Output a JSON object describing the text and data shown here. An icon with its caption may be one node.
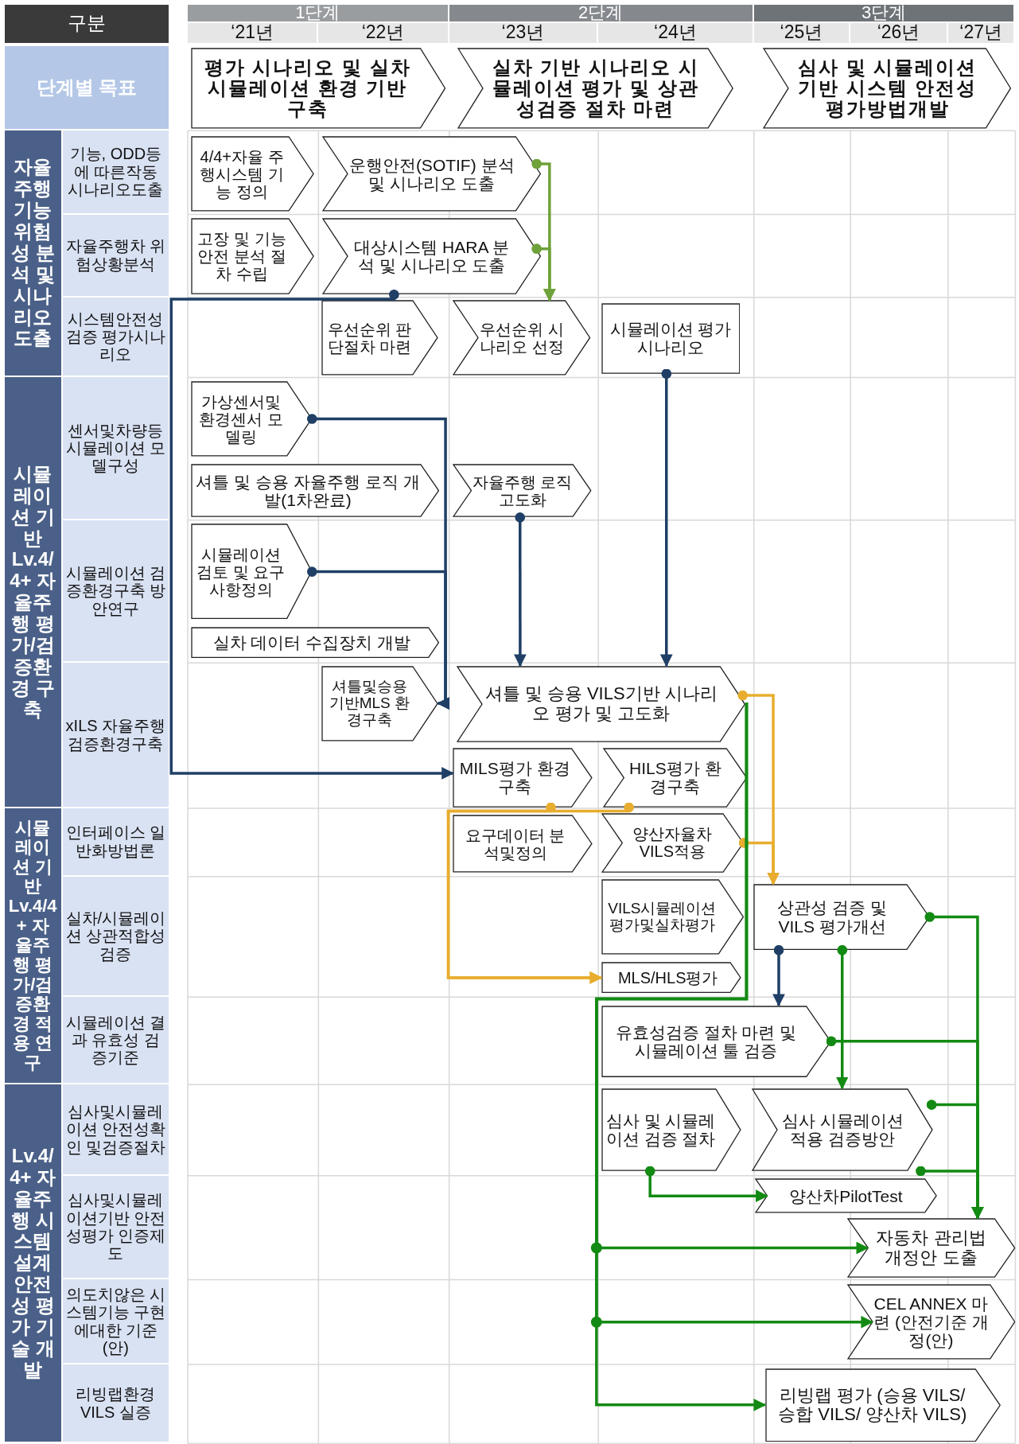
{
  "diagram": {
    "nodes": [
      {
        "text": [
          "평가 시나리오 및 실차 시뮬레이션 환경 기반 구축"
        ]
      },
      {
        "text": [
          "실차 기반 시나리오 시뮬레이션 평가 및 상관성검증 절차 마련"
        ]
      },
      {
        "text": [
          "심사 및 시뮬레이션 기반 시스템 안전성 평가방법개발"
        ]
      },
      {
        "text": [
          "4/4+자율 주행시스템 기능 정의"
        ]
      },
      {
        "text": [
          "운행안전(SOTIF) 분석 및 시나리오 도출"
        ]
      },
      {
        "text": [
          "고장 및 기능 안전 분석 절차 수립"
        ]
      },
      {
        "text": [
          "대상시스템 HARA 분석 및 시나리오 도출"
        ]
      },
      {
        "text": [
          "우선순위 판단절차 마련"
        ]
      },
      {
        "text": [
          "우선순위 시나리오 선정"
        ]
      },
      {
        "text": [
          "시뮬레이션 평가시나리오"
        ]
      },
      {
        "text": [
          "가상센서및 환경센서 모델링"
        ]
      },
      {
        "text": [
          "셔틀 및 승용 자율주행 로직 개발(1차완료)"
        ]
      },
      {
        "text": [
          "자율주행 로직고도화"
        ]
      },
      {
        "text": [
          "시뮬레이션 검토 및 요구사항정의"
        ]
      },
      {
        "text": [
          "실차 데이터 수집장치 개발"
        ]
      },
      {
        "text": [
          "셔틀및승용 기반MLS 환경구축"
        ]
      },
      {
        "text": [
          "셔틀 및 승용 VILS기반 시나리오 평가 및 고도화"
        ]
      },
      {
        "text": [
          "MILS평가 환경구축"
        ]
      },
      {
        "text": [
          "HILS평가 환경구축"
        ]
      },
      {
        "text": [
          "요구데이터 분석및정의"
        ]
      },
      {
        "text": [
          "양산자율차 VILS적용"
        ]
      },
      {
        "text": [
          "VILS시뮬레이션평가및실차평가"
        ]
      },
      {
        "text": [
          "MLS/HLS평가"
        ]
      },
      {
        "text": [
          "상관성 검증 및 VILS 평가개선"
        ]
      },
      {
        "text": [
          "유효성검증 절차 마련 및 시뮬레이션 툴 검증"
        ]
      },
      {
        "text": [
          "심사 및 시뮬레이션 검증 절차"
        ]
      },
      {
        "text": [
          "심사 시뮬레이션 적용 검증방안"
        ]
      },
      {
        "text": [
          "양산차PilotTest"
        ]
      },
      {
        "text": [
          "자동차 관리법 개정안 도출"
        ]
      },
      {
        "text": [
          "CEL ANNEX 마련 (안전기준 개정(안)"
        ]
      },
      {
        "text": [
          "리빙랩 평가 (승용 VILS/ 승합 VILS/ 양산차 VILS)"
        ]
      }
    ],
    "edges": [
      {
        "from": 4,
        "to": 8,
        "arrow": "to",
        "color": "#6fa23a"
      },
      {
        "from": 6,
        "to": 8,
        "arrow": "to",
        "color": "#6fa23a"
      },
      {
        "from": 6,
        "to": 17,
        "arrow": "to",
        "color": "#1f3f66"
      },
      {
        "from": 10,
        "to": 15,
        "arrow": "to",
        "color": "#1f3f66"
      },
      {
        "from": 13,
        "to": 15,
        "arrow": "to",
        "color": "#1f3f66"
      },
      {
        "from": 9,
        "to": 16,
        "arrow": "to",
        "color": "#1f3f66"
      },
      {
        "from": 12,
        "to": 16,
        "arrow": "to",
        "color": "#1f3f66"
      },
      {
        "from": 16,
        "to": 23,
        "arrow": "to",
        "color": "#e8ad2e"
      },
      {
        "from": 20,
        "to": 23,
        "arrow": "to",
        "color": "#e8ad2e"
      },
      {
        "from": 17,
        "to": 22,
        "arrow": "to",
        "color": "#e8ad2e"
      },
      {
        "from": 18,
        "to": 22,
        "arrow": "to",
        "color": "#e8ad2e"
      },
      {
        "from": 23,
        "to": 24,
        "arrow": "to",
        "color": "#1f3f66"
      },
      {
        "from": 23,
        "to": 26,
        "arrow": "to"
      },
      {
        "from": 23,
        "to": 28,
        "arrow": "to"
      },
      {
        "from": 24,
        "to": 28,
        "arrow": "to"
      },
      {
        "from": 26,
        "to": 28,
        "arrow": "to"
      },
      {
        "from": 26,
        "to": 28,
        "arrow": "to"
      },
      {
        "from": 25,
        "to": 27,
        "arrow": "to"
      },
      {
        "from": 16,
        "to": 28,
        "arrow": "to"
      },
      {
        "from": 16,
        "to": 29,
        "arrow": "to"
      },
      {
        "from": 16,
        "to": 30,
        "arrow": "to"
      }
    ],
    "labels": [
      "구분",
      "1단계",
      "2단계",
      "3단계",
      "‘21년",
      "‘22년",
      "‘23년",
      "‘24년",
      "‘25년",
      "‘26년",
      "‘27년",
      "단계별 목표",
      "자율주행 기능 위험성 분석 및 시나리오 도출",
      "기능, ODD등에 따른작동 시나리오도출",
      "자율주행차 위험상황분석",
      "시스템안전성 검증 평가시나리오",
      "시뮬레이션 기반 Lv.4/4+ 자율주행 평가/검증환경 구축",
      "센서및차량등 시뮬레이션 모델구성",
      "시뮬레이션 검증환경구축 방안연구",
      "xILS 자율주행 검증환경구축",
      "시뮬레이션 기반 Lv.4/4+ 자율주행 평가/검증환경 적용 연구",
      "인터페이스 일반화방법론",
      "실차/시뮬레이션 상관적합성 검증",
      "시뮬레이션 결과 유효성 검증기준",
      "Lv.4/4+ 자율주행 시스템 설계 안전성 평가 기술 개발",
      "심사및시뮬레이션 안전성확인 및검증절차",
      "심사및시뮬레이션기반 안전성평가 인증제도",
      "의도치않은 시스템기능 구현에대한 기준(안)",
      "리빙랩환경 VILS 실증"
    ]
  }
}
